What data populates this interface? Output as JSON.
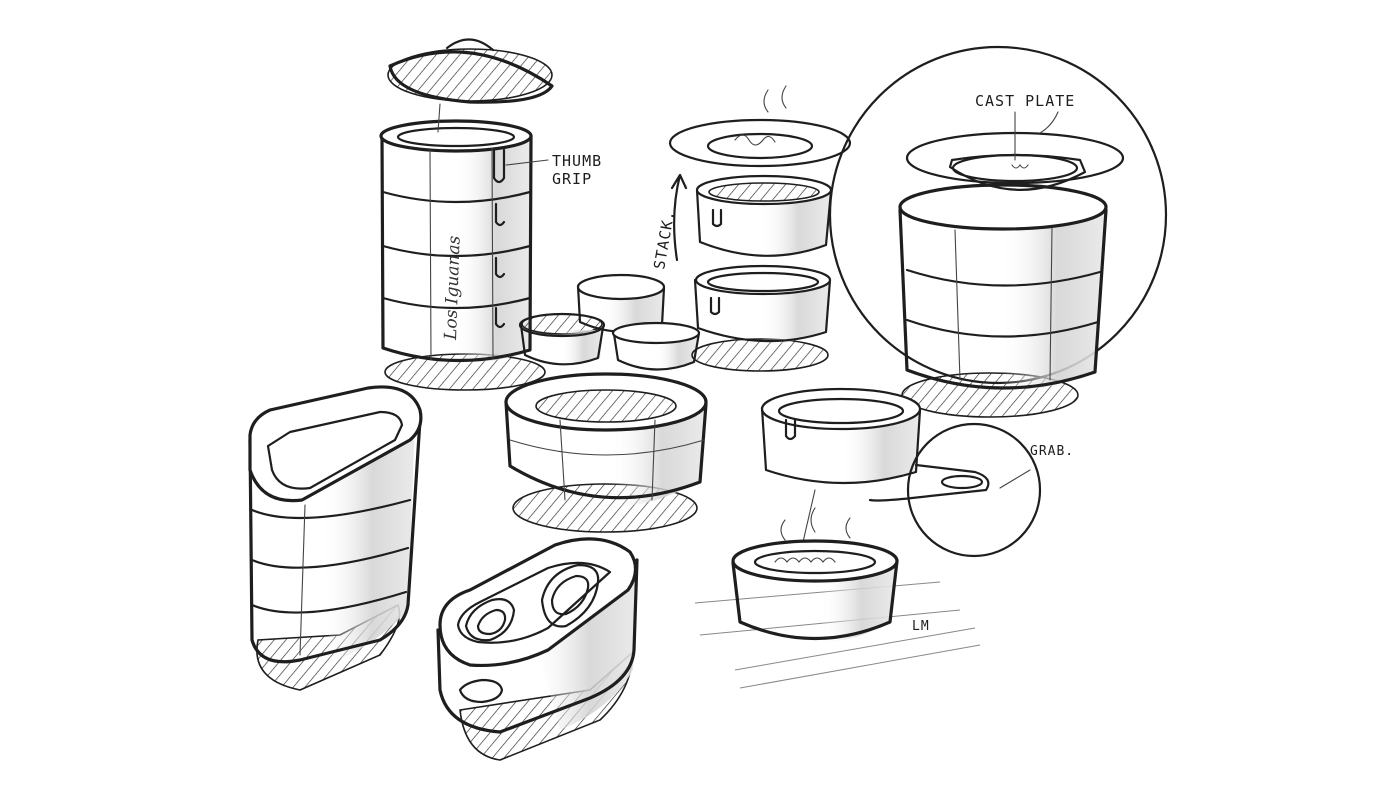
{
  "annotations": {
    "thumb_grip": [
      "THUMB",
      "GRIP"
    ],
    "stack": "STACK.",
    "cast_plate": "CAST PLATE",
    "grab": "GRAB."
  },
  "brand_mark": "Los Iguanas",
  "signature": "LM",
  "colors": {
    "ink": "#1e1e1e",
    "shade": "#d7d7d7",
    "background": "#ffffff"
  }
}
